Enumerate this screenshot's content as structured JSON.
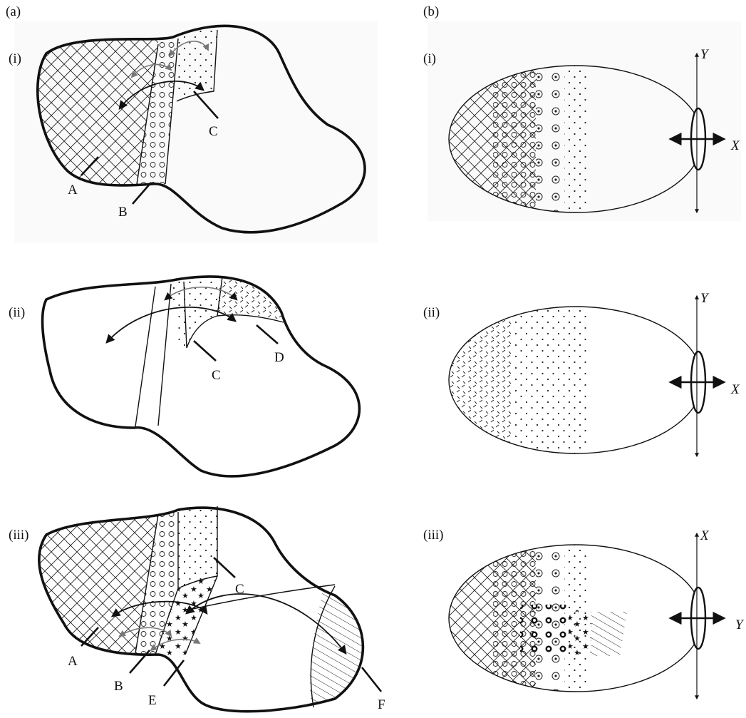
{
  "panel_a": {
    "heading": "(a)",
    "rows": [
      {
        "numeral": "(i)",
        "labels": [
          "A",
          "B",
          "C"
        ]
      },
      {
        "numeral": "(ii)",
        "labels": [
          "C",
          "D"
        ]
      },
      {
        "numeral": "(iii)",
        "labels": [
          "A",
          "B",
          "C",
          "E",
          "F"
        ]
      }
    ]
  },
  "panel_b": {
    "heading": "(b)",
    "rows": [
      {
        "numeral": "(i)",
        "axis_vertical": "Y",
        "axis_horizontal": "X"
      },
      {
        "numeral": "(ii)",
        "axis_vertical": "Y",
        "axis_horizontal": "X"
      },
      {
        "numeral": "(iii)",
        "axis_vertical": "X",
        "axis_horizontal": "Y"
      }
    ]
  },
  "colors": {
    "ink": "#111111",
    "arrow_light": "#777777",
    "background": "#ffffff"
  }
}
